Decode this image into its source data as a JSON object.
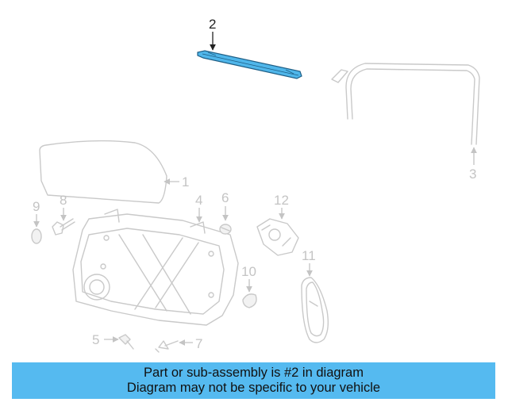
{
  "diagram": {
    "callouts": [
      {
        "number": "1",
        "highlighted": false
      },
      {
        "number": "2",
        "highlighted": true
      },
      {
        "number": "3",
        "highlighted": false
      },
      {
        "number": "4",
        "highlighted": false
      },
      {
        "number": "5",
        "highlighted": false
      },
      {
        "number": "6",
        "highlighted": false
      },
      {
        "number": "7",
        "highlighted": false
      },
      {
        "number": "8",
        "highlighted": false
      },
      {
        "number": "9",
        "highlighted": false
      },
      {
        "number": "10",
        "highlighted": false
      },
      {
        "number": "11",
        "highlighted": false
      },
      {
        "number": "12",
        "highlighted": false
      }
    ],
    "highlight_color": "#4fb6ea"
  },
  "banner": {
    "line1": "Part or sub-assembly is #2 in diagram",
    "line2": "Diagram may not be specific to your vehicle",
    "background": "#55baf0"
  }
}
